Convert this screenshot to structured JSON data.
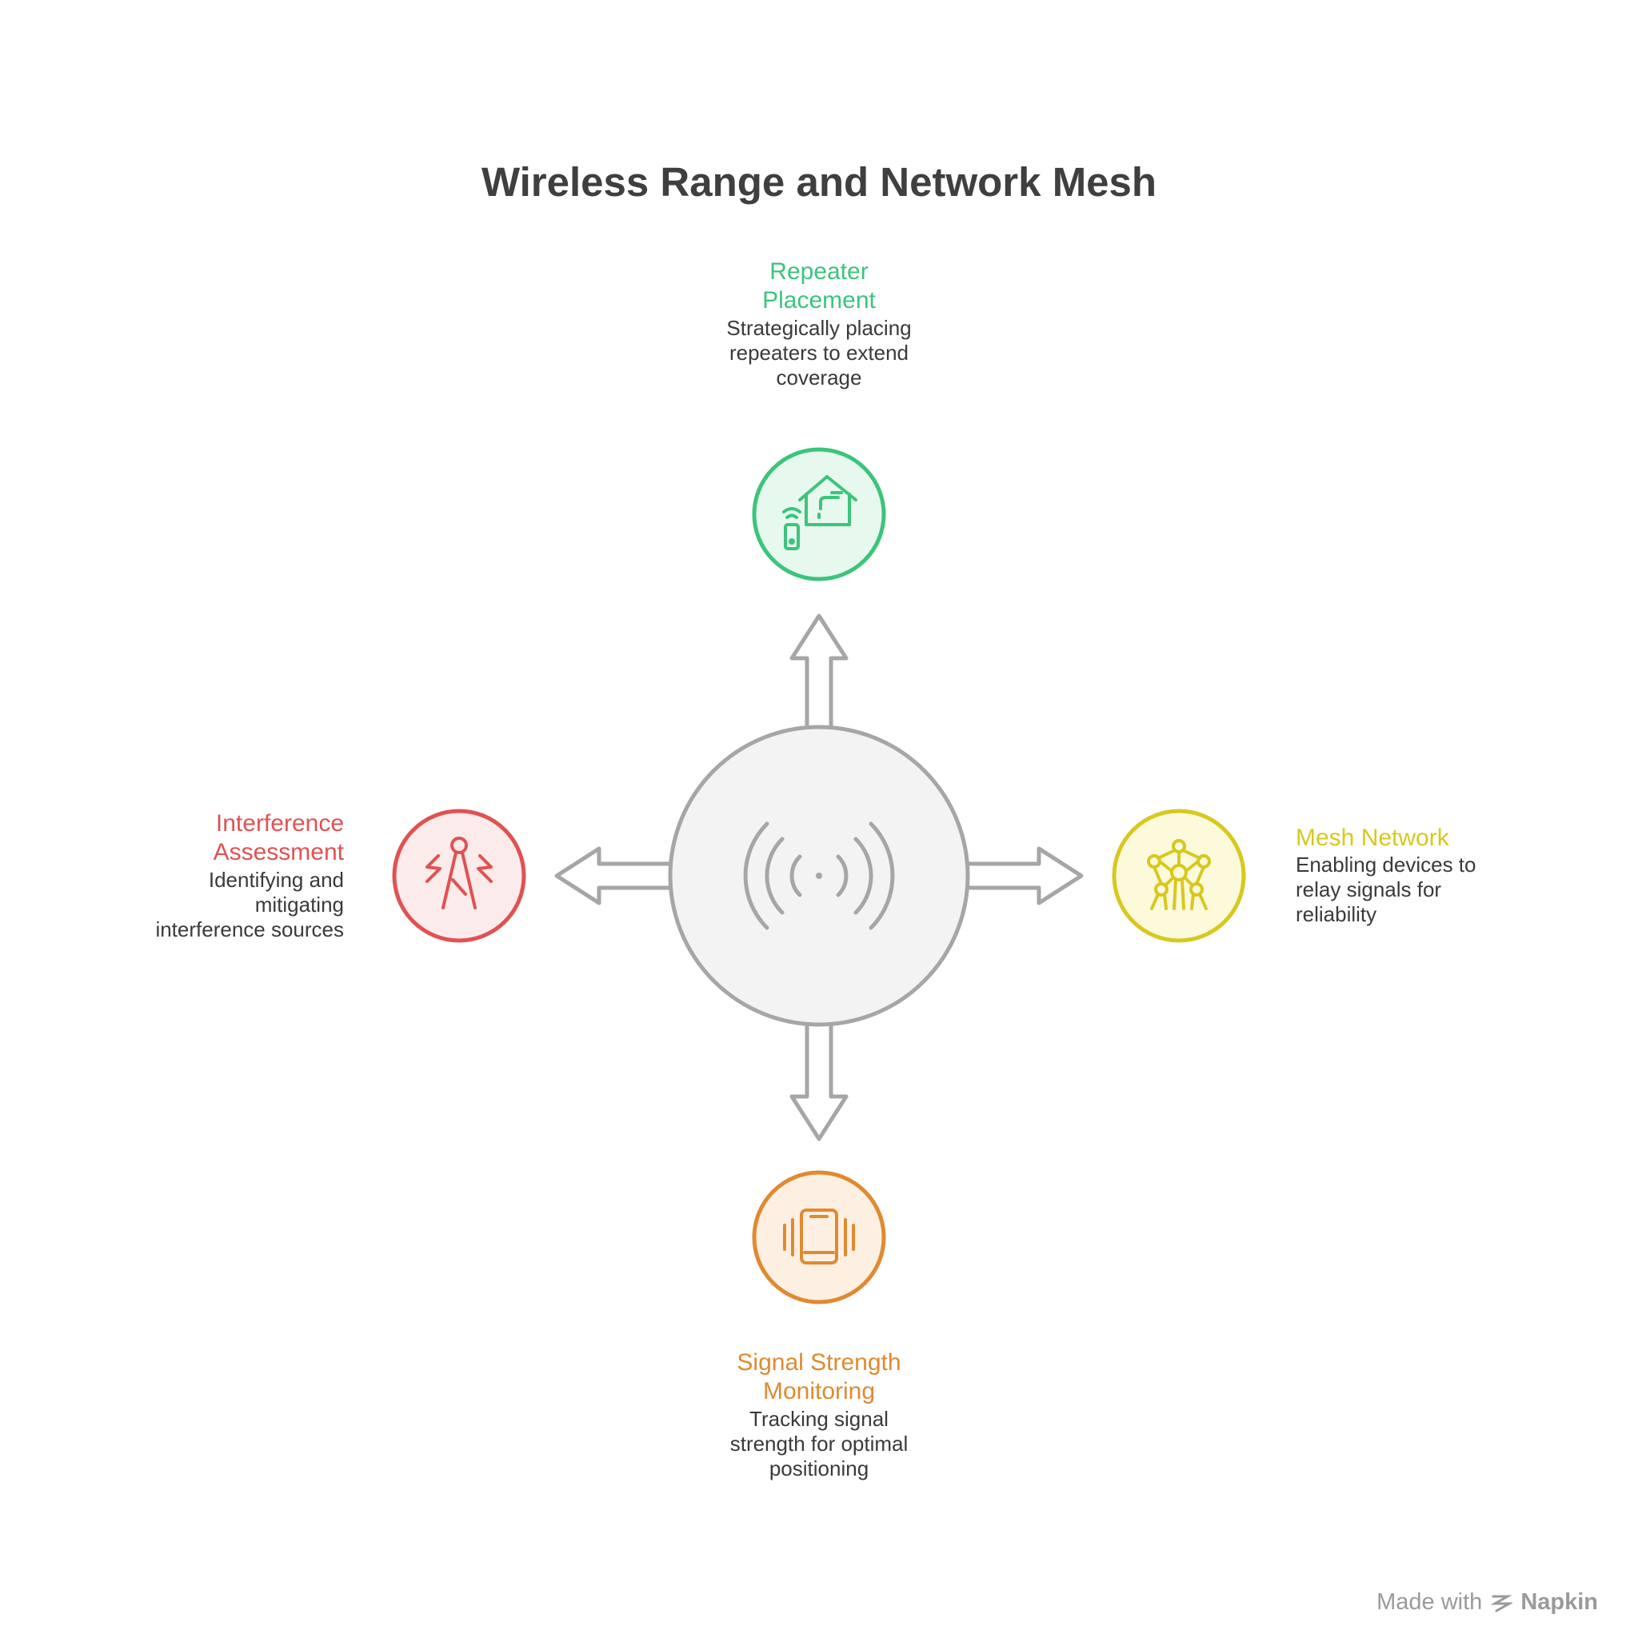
{
  "title": "Wireless Range and Network Mesh",
  "colors": {
    "green": "#3cc47c",
    "red": "#e05252",
    "yellow": "#d8c81e",
    "orange": "#e08a30",
    "center_fill": "#f3f3f3",
    "arrow_stroke": "#a6a6a6"
  },
  "center": {
    "icon": "wireless-signal-icon"
  },
  "items": {
    "top": {
      "label": "Repeater\nPlacement",
      "description": "Strategically placing\nrepeaters to extend\ncoverage",
      "icon": "smart-home-remote-icon"
    },
    "right": {
      "label": "Mesh Network",
      "description": "Enabling devices to\nrelay signals for\nreliability",
      "icon": "atomium-network-icon"
    },
    "bottom": {
      "label": "Signal Strength\nMonitoring",
      "description": "Tracking signal\nstrength for optimal\npositioning",
      "icon": "phone-vibrate-icon"
    },
    "left": {
      "label": "Interference\nAssessment",
      "description": "Identifying and\nmitigating\ninterference sources",
      "icon": "antenna-tower-icon"
    }
  },
  "footer": {
    "made_with": "Made with",
    "brand": "Napkin",
    "icon": "napkin-logo-icon"
  }
}
